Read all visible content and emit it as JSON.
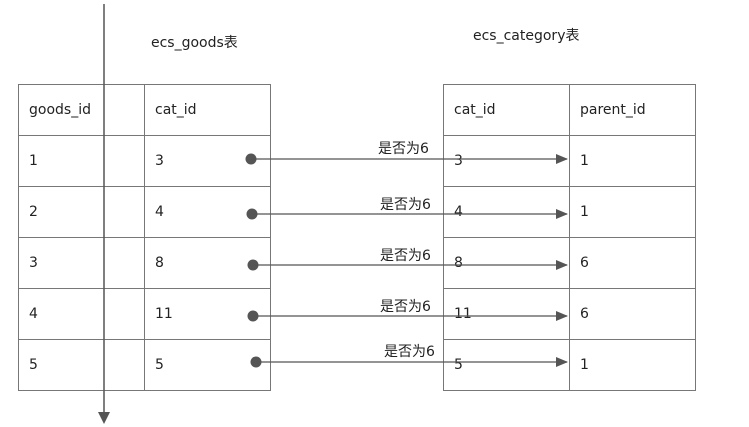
{
  "diagram": {
    "left_table": {
      "title": "ecs_goods表",
      "columns": [
        "goods_id",
        "cat_id"
      ],
      "rows": [
        [
          "1",
          "3"
        ],
        [
          "2",
          "4"
        ],
        [
          "3",
          "8"
        ],
        [
          "4",
          "11"
        ],
        [
          "5",
          "5"
        ]
      ]
    },
    "right_table": {
      "title": "ecs_category表",
      "columns": [
        "cat_id",
        "parent_id"
      ],
      "rows": [
        [
          "3",
          "1"
        ],
        [
          "4",
          "1"
        ],
        [
          "8",
          "6"
        ],
        [
          "11",
          "6"
        ],
        [
          "5",
          "1"
        ]
      ]
    },
    "connector_label": "是否为6",
    "colors": {
      "line": "#555555",
      "border": "#777777",
      "text": "#222222"
    }
  }
}
